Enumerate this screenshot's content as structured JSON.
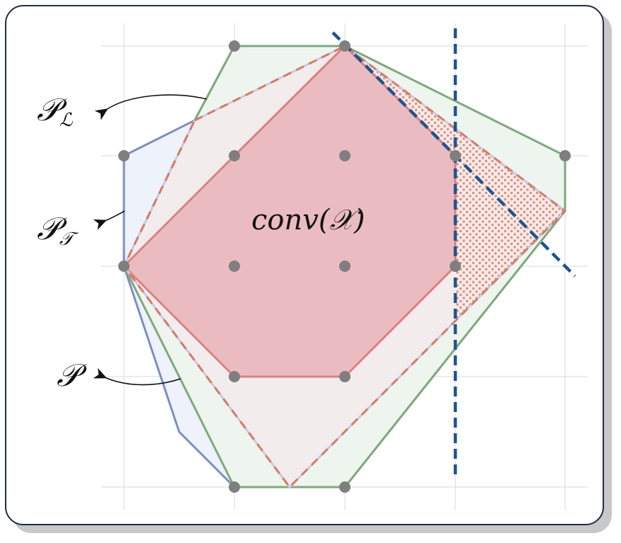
{
  "labels": {
    "conv": "conv(𝒳)",
    "p_l_main": "𝒫",
    "p_l_sub": "ℒ",
    "p_t_main": "𝒫",
    "p_t_sub": "𝒯",
    "p_main": "𝒫"
  },
  "colors": {
    "grid": "#d9d9d9",
    "points": "#7f7f7f",
    "conv_fill": "#e9b9bf",
    "conv_stroke": "#df7f7f",
    "P_fill": "#eef2fa",
    "P_stroke": "#7b8fc2",
    "PL_fill": "#eef5ee",
    "PL_stroke": "#7fa97c",
    "PT_fill": "#f3ecec",
    "PT_dash_a": "#d87a66",
    "PT_dash_b": "#c9c9e6",
    "cut": "#1d5591",
    "dots": "#e88a72",
    "frame": "#1e2c4a"
  }
}
